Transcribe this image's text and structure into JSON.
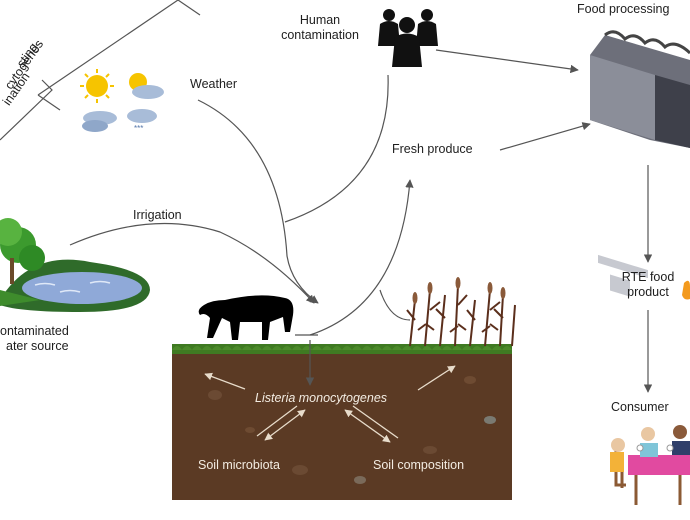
{
  "labels": {
    "weather": "Weather",
    "human_contamination_1": "Human",
    "human_contamination_2": "contamination",
    "food_processing": "Food processing",
    "fresh_produce": "Fresh produce",
    "irrigation": "Irrigation",
    "contaminated_water_1": "ontaminated",
    "contaminated_water_2": "ater source",
    "listeria": "Listeria monocytogenes",
    "soil_microbiota": "Soil microbiota",
    "soil_composition": "Soil composition",
    "rte_food_1": "RTE food",
    "rte_food_2": "product",
    "consumer": "Consumer",
    "rotated_1": "sting",
    "rotated_2": "cytogenes",
    "rotated_3": "ination"
  },
  "icons": {
    "weather": "weather-icons",
    "people": "people-icon",
    "factory": "factory-icon",
    "pond": "pond-icon",
    "cow": "cow-icon",
    "crops": "crops-icon",
    "consumers": "consumers-icon"
  },
  "colors": {
    "soil": "#5b3a24",
    "grass": "#3f7a22",
    "arrow": "#555555",
    "soil_text": "#f3ece2"
  }
}
